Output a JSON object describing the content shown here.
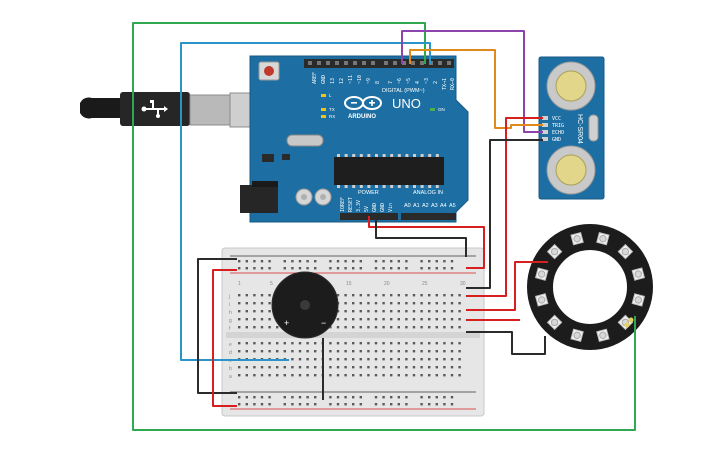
{
  "arduino": {
    "brand": "ARDUINO",
    "model": "UNO",
    "digital_label": "DIGITAL (PWM~)",
    "power_label": "POWER",
    "analog_label": "ANALOG IN",
    "on_label": "ON",
    "led_l": "L",
    "led_tx": "TX",
    "led_rx": "RX",
    "digital_pins": [
      "AREF",
      "GND",
      "13",
      "12",
      "~11",
      "~10",
      "~9",
      "8",
      "7",
      "~6",
      "~5",
      "4",
      "~3",
      "2",
      "TX→1",
      "RX←0"
    ],
    "power_pins": [
      "IOREF",
      "RESET",
      "3.3V",
      "5V",
      "GND",
      "GND",
      "Vin"
    ],
    "analog_pins": [
      "A0",
      "A1",
      "A2",
      "A3",
      "A4",
      "A5"
    ]
  },
  "sensor": {
    "model": "HC-SR04",
    "pins": [
      "VCC",
      "TRIG",
      "ECHO",
      "GND"
    ]
  },
  "breadboard": {
    "row_letters_top": [
      "j",
      "i",
      "h",
      "g",
      "f"
    ],
    "row_letters_bottom": [
      "e",
      "d",
      "c",
      "b",
      "a"
    ],
    "column_numbers": [
      "1",
      "5",
      "10",
      "15",
      "20",
      "25",
      "30"
    ]
  },
  "buzzer": {
    "plus": "+",
    "minus": "−"
  },
  "colors": {
    "board": "#1d6fa3",
    "wire_green": "#2fa84f",
    "wire_blue": "#2a94c8",
    "wire_purple": "#8e44ad",
    "wire_orange": "#e08a1e",
    "wire_red": "#d62020",
    "wire_black": "#2b2b2b"
  }
}
